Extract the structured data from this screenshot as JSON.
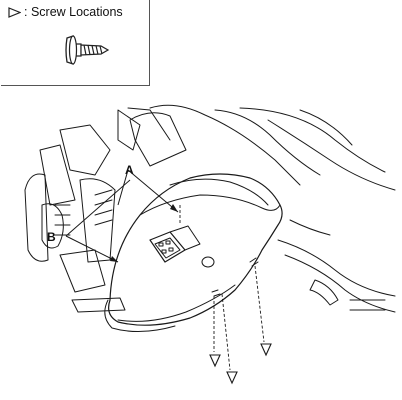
{
  "legend": {
    "marker_icon": "open-triangle-icon",
    "text": ": Screw Locations",
    "screw_icon": "screw-icon"
  },
  "callouts": {
    "a": "A",
    "b": "B"
  },
  "colors": {
    "line": "#1a1a1a",
    "background": "#ffffff"
  }
}
